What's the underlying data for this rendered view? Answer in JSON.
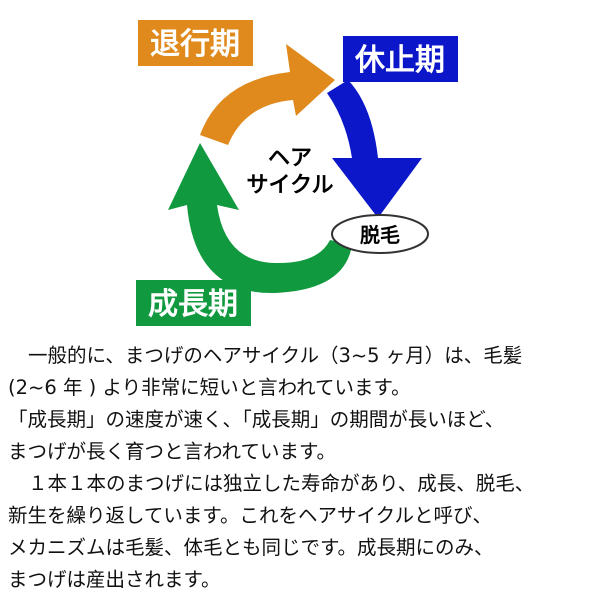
{
  "colors": {
    "catagen": "#e08a1e",
    "telogen": "#0b17c8",
    "anagen": "#10993e",
    "text": "#111111",
    "background": "#ffffff"
  },
  "diagram": {
    "center_line1": "ヘア",
    "center_line2": "サイクル",
    "phases": {
      "catagen": "退行期",
      "telogen": "休止期",
      "anagen": "成長期"
    },
    "shedding": "脱毛"
  },
  "description": {
    "lines": [
      "一般的に、まつげのヘアサイクル（3~5 ヶ月）は、毛髪",
      "(2~6 年 ) より非常に短いと言われています。",
      "「成長期」の速度が速く、「成長期」の期間が長いほど、",
      "まつげが長く育つと言われています。",
      "１本１本のまつげには独立した寿命があり、成長、脱毛、",
      "新生を繰り返しています。これをヘアサイクルと呼び、",
      "メカニズムは毛髪、体毛とも同じです。成長期にのみ、",
      "まつげは産出されます。"
    ]
  }
}
